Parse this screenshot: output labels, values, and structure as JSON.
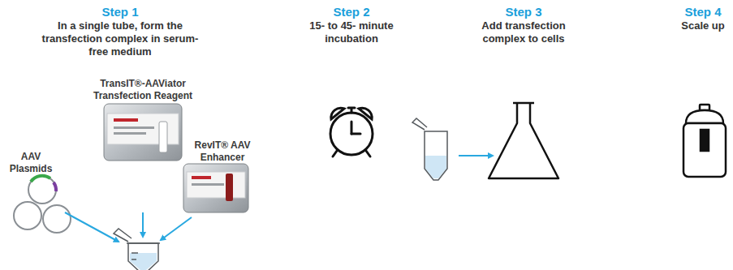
{
  "diagram": {
    "labels": [
      "Step 1",
      "In a single tube, form the transfection complex in serum-free medium",
      "Step 2",
      "15- to 45- minute incubation",
      "Step 3",
      "Add transfection complex to cells",
      "Step 4",
      "Scale up",
      "TransIT®-AAViator Transfection Reagent",
      "AAV Plasmids",
      "RevIT® AAV Enhancer"
    ]
  }
}
